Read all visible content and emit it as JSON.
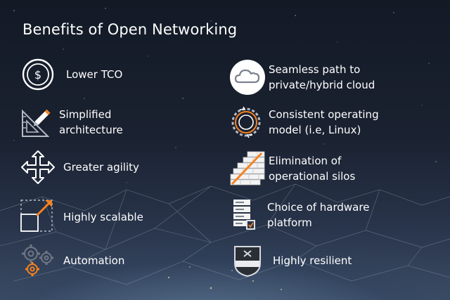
{
  "title": "Benefits of Open Networking",
  "left_items": [
    {
      "label": "Lower TCO",
      "icon": "dollar-circle-icon"
    },
    {
      "label": "Simplified\narchitecture",
      "icon": "ruler-pencil-icon"
    },
    {
      "label": "Greater agility",
      "icon": "move-arrows-icon"
    },
    {
      "label": "Highly scalable",
      "icon": "resize-icon"
    },
    {
      "label": "Automation",
      "icon": "gears-icon"
    }
  ],
  "right_items": [
    {
      "label": "Seamless path to\nprivate/hybrid cloud",
      "icon": "cloud-icon"
    },
    {
      "label": "Consistent operating\nmodel (i.e, Linux)",
      "icon": "gear-circle-icon"
    },
    {
      "label": "Elimination of\noperational silos",
      "icon": "brick-wall-icon"
    },
    {
      "label": "Choice of hardware\nplatform",
      "icon": "server-rack-icon"
    },
    {
      "label": "Highly resilient",
      "icon": "shield-icon"
    }
  ],
  "colors": {
    "accent": "#f58220",
    "icon_light": "#ffffff",
    "icon_gray": "#b5bcc6"
  }
}
